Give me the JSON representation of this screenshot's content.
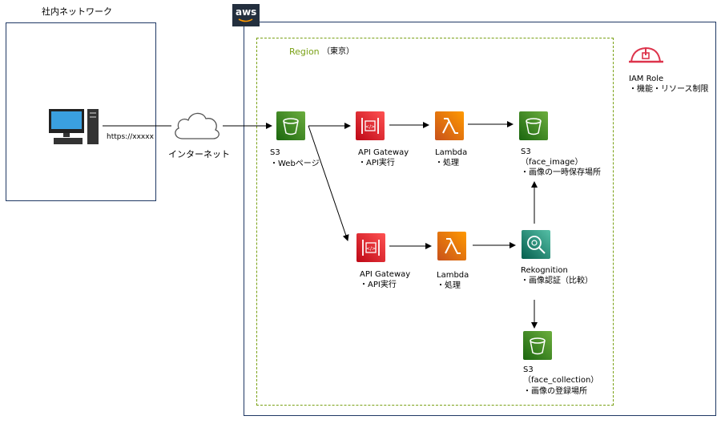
{
  "corp": {
    "title": "社内ネットワーク",
    "url": "https://xxxxx"
  },
  "internet": {
    "label": "インターネット"
  },
  "aws": {
    "logo": "aws"
  },
  "region": {
    "label": "Region",
    "sub": "（東京）"
  },
  "iam": {
    "title": "IAM Role",
    "desc": "・機能・リソース制限"
  },
  "nodes": {
    "s3_web": {
      "l1": "S3",
      "l2": "・Webページ"
    },
    "apigw1": {
      "l1": "API Gateway",
      "l2": "・API実行"
    },
    "lambda1": {
      "l1": "Lambda",
      "l2": "・処理"
    },
    "s3_face_image": {
      "l1": "S3",
      "l2": "（face_image）",
      "l3": "・画像の一時保存場所"
    },
    "apigw2": {
      "l1": "API Gateway",
      "l2": "・API実行"
    },
    "lambda2": {
      "l1": "Lambda",
      "l2": "・処理"
    },
    "rekognition": {
      "l1": "Rekognition",
      "l2": "・画像認証（比較）"
    },
    "s3_face_collection": {
      "l1": "S3",
      "l2": "（face_collection）",
      "l3": "・画像の登録場所"
    }
  },
  "colors": {
    "s3": "#3f8624",
    "api_gateway": "#e7157b",
    "lambda": "#ed7100",
    "rekognition": "#01a88d",
    "iam": "#dd344c",
    "region_border": "#7aa116",
    "frame_border": "#1f3864"
  }
}
